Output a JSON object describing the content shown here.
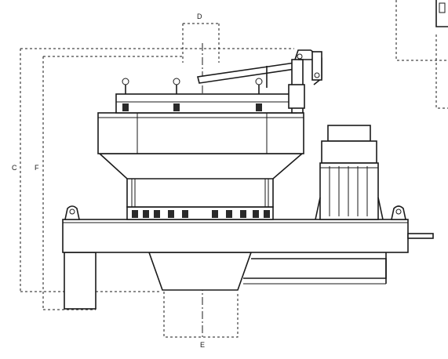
{
  "labels": {
    "c": "C",
    "f": "F",
    "d": "D",
    "e": "E"
  }
}
